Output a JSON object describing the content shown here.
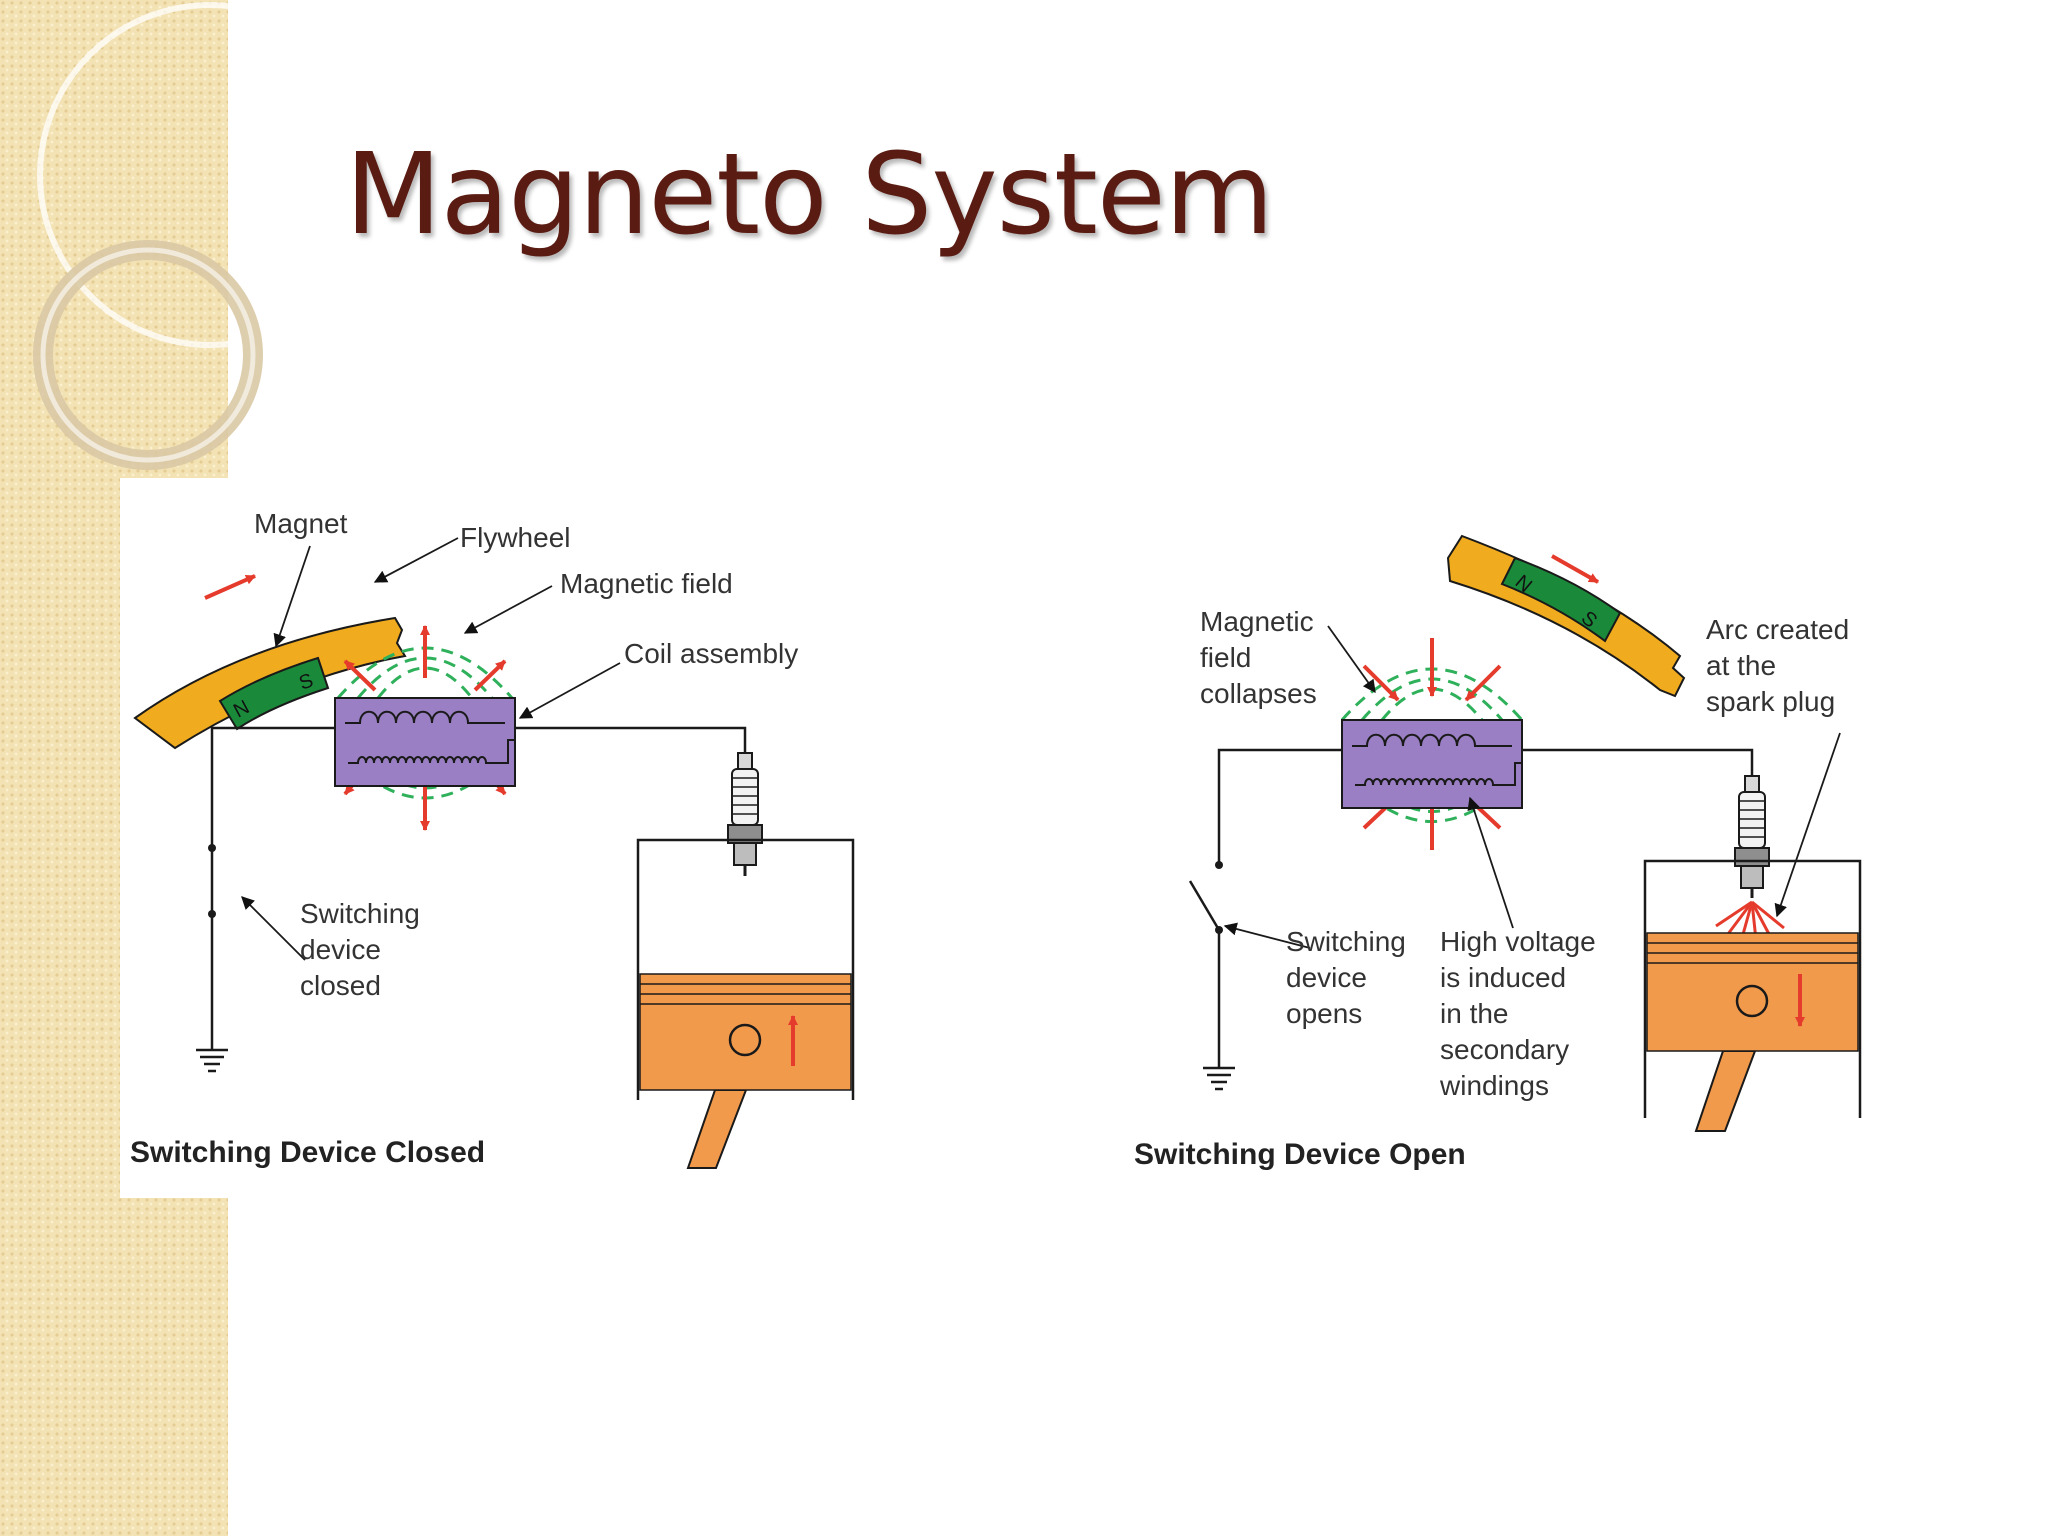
{
  "slide": {
    "title": "Magneto System"
  },
  "colors": {
    "title": "#5a1c12",
    "flywheel": "#f0ab1e",
    "magnet": "#1a8a3a",
    "coil": "#9b7fc4",
    "field_lines": "#2fb05a",
    "field_arrows": "#e53b2c",
    "piston": "#f29a4c",
    "background_strip": "#f3e2b4"
  },
  "icons": [
    "ground-icon",
    "spark-plug-icon",
    "magnet-icon",
    "flywheel-icon",
    "coil-icon",
    "piston-icon",
    "switch-icon"
  ],
  "diagram_left": {
    "caption": "Switching Device Closed",
    "labels": {
      "magnet": "Magnet",
      "flywheel": "Flywheel",
      "magnetic_field": "Magnetic field",
      "coil_assembly": "Coil assembly",
      "switching_device": "Switching\ndevice\nclosed"
    },
    "magnet_poles": [
      "N",
      "S"
    ]
  },
  "diagram_right": {
    "caption": "Switching Device Open",
    "labels": {
      "field_collapses": "Magnetic\nfield\ncollapses",
      "arc": "Arc created\nat the\nspark plug",
      "switching_device": "Switching\ndevice\nopens",
      "high_voltage": "High voltage\nis induced\nin the\nsecondary\nwindings"
    },
    "magnet_poles": [
      "N",
      "S"
    ]
  }
}
